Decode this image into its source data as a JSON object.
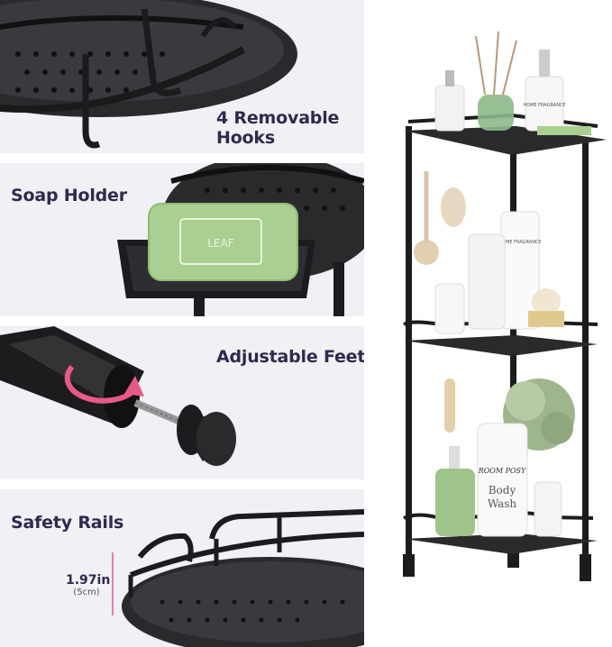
{
  "features": {
    "hooks": "4 Removable Hooks",
    "soap": "Soap Holder",
    "feet": "Adjustable Feet",
    "rails": "Safety Rails"
  },
  "rail_height": {
    "inches": "1.97in",
    "cm": "(5cm)"
  },
  "products": {
    "soap_bar": "LEAF",
    "body_wash_brand": "ROOM POSY",
    "body_wash_label_1": "Body",
    "body_wash_label_2": "Wash",
    "bottle_brand": "HOME FRAGRANCE"
  },
  "colors": {
    "panel_bg": "#f1f0f4",
    "label_text": "#2e2a4e",
    "metal": "#1c1c1e",
    "soap_green": "#a9cf91",
    "accent_pink": "#e85a86"
  }
}
